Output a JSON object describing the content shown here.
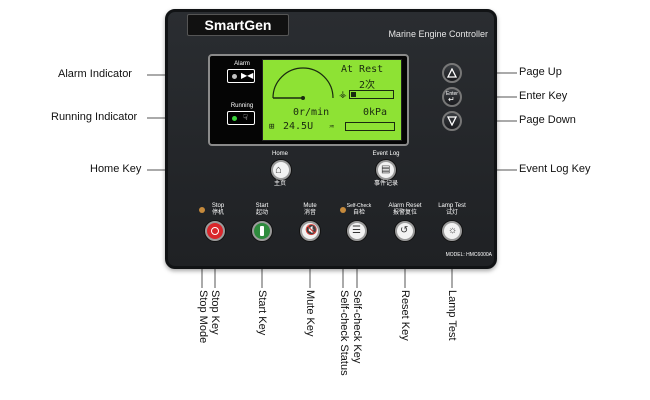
{
  "panel": {
    "brand": "SmartGen",
    "title": "Marine Engine Controller",
    "model": "MODEL: HMC6000A"
  },
  "indicators": {
    "alarm": "Alarm",
    "running": "Running"
  },
  "lcd": {
    "status": "At Rest",
    "status_sub": "2次",
    "rpm": "0r/min",
    "pressure": "0kPa",
    "voltage": "24.5U"
  },
  "keys": {
    "home": {
      "label": "Home",
      "sub": "主页"
    },
    "event_log": {
      "label": "Event Log",
      "sub": "事件记录"
    },
    "stop": {
      "label": "Stop",
      "sub": "停机"
    },
    "start": {
      "label": "Start",
      "sub": "起动"
    },
    "mute": {
      "label": "Mute",
      "sub": "消音"
    },
    "self_check": {
      "label": "Self-Check",
      "sub": "自检"
    },
    "alarm_reset": {
      "label": "Alarm Reset",
      "sub": "报警复位"
    },
    "lamp_test": {
      "label": "Lamp Test",
      "sub": "试灯"
    },
    "enter": {
      "label": "Enter"
    }
  },
  "callouts": {
    "alarm_indicator": "Alarm Indicator",
    "running_indicator": "Running Indicator",
    "home_key": "Home Key",
    "page_up": "Page Up",
    "enter_key": "Enter Key",
    "page_down": "Page Down",
    "event_log_key": "Event Log Key",
    "stop_mode": "Stop Mode",
    "stop_key": "Stop Key",
    "start_key": "Start Key",
    "mute_key": "Mute Key",
    "self_check_status": "Self-check Status",
    "self_check_key": "Self-check Key",
    "reset_key": "Reset Key",
    "lamp_test": "Lamp Test"
  },
  "colors": {
    "panel": "#222428",
    "lcd": "#8ee234",
    "stop_key": "#d9262b",
    "start_key": "#2e8b3d",
    "alarm_led": "#c0c0c0",
    "running_led": "#3ad13a"
  }
}
